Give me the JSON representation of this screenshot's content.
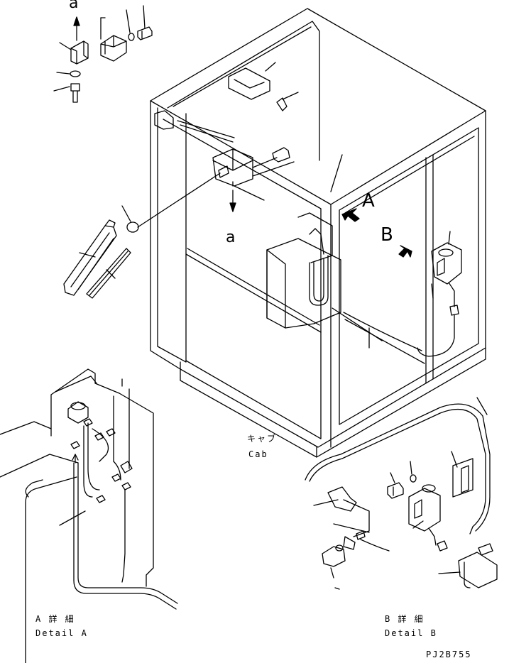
{
  "callouts": {
    "view_a": "A",
    "view_b": "B",
    "arrow_a_top": "a",
    "arrow_a_mid": "a"
  },
  "captions": {
    "cab_jp": "キャブ",
    "cab_en": "Cab",
    "detail_a_jp": "A 詳 細",
    "detail_a_en": "Detail A",
    "detail_b_jp": "B 詳 細",
    "detail_b_en": "Detail B"
  },
  "drawing_code": "PJ2B755"
}
